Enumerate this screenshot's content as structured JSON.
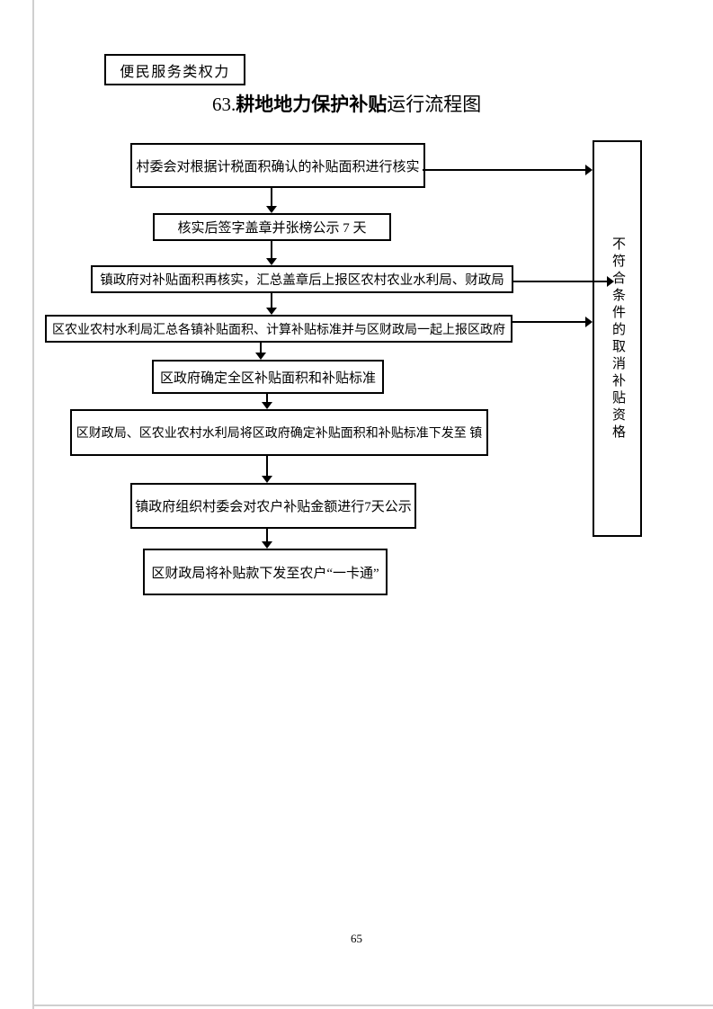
{
  "page": {
    "category_label": "便民服务类权力",
    "title_number": "63.",
    "title_bold": "耕地地力保护补贴",
    "title_rest": "运行流程图",
    "page_number": "65"
  },
  "flowchart": {
    "line_color": "#000000",
    "nodes": [
      {
        "id": "step-1",
        "label": "村委会对根据计税面积确认的补贴面积进行核实"
      },
      {
        "id": "step-2",
        "label": "核实后签字盖章并张榜公示 7 天"
      },
      {
        "id": "step-3",
        "label": "镇政府对补贴面积再核实，汇总盖章后上报区农村农业水利局、财政局"
      },
      {
        "id": "step-4",
        "label": "区农业农村水利局汇总各镇补贴面积、计算补贴标准并与区财政局一起上报区政府"
      },
      {
        "id": "step-5",
        "label": "区政府确定全区补贴面积和补贴标准"
      },
      {
        "id": "step-6",
        "label": "区财政局、区农业农村水利局将区政府确定补贴面积和补贴标准下发至 镇"
      },
      {
        "id": "step-7",
        "label": "镇政府组织村委会对农户补贴金额进行7天公示"
      },
      {
        "id": "step-8",
        "label": "区财政局将补贴款下发至农户“一卡通”"
      }
    ],
    "side_node": {
      "id": "disqualify",
      "label": "不符合条件的取消补贴资格"
    }
  }
}
